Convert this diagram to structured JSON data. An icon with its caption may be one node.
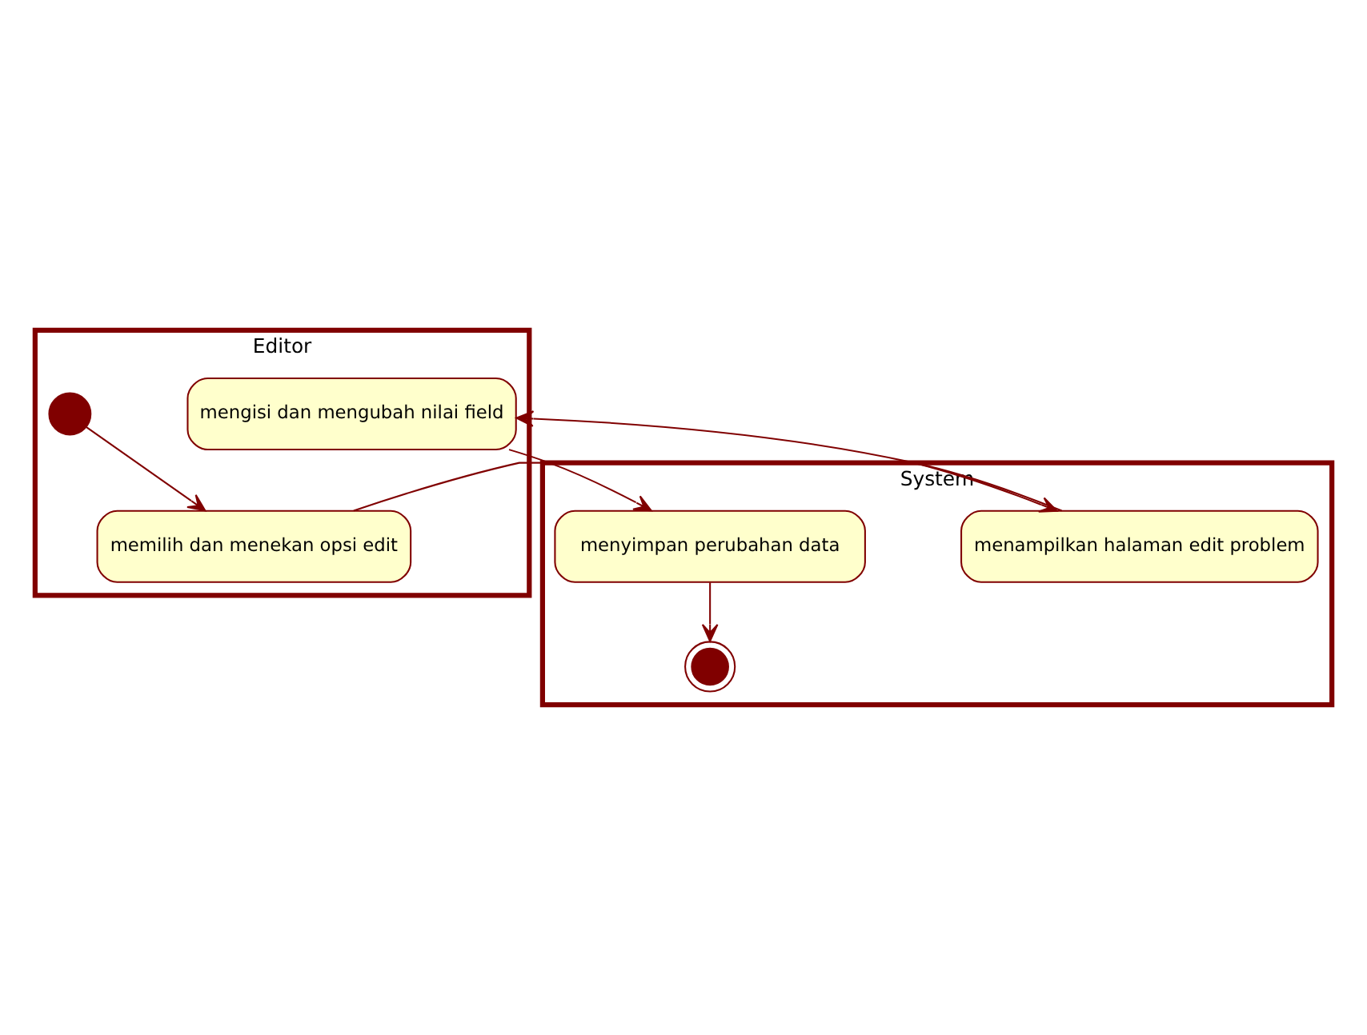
{
  "diagram": {
    "nodes": [
      {
        "text": [
          "Editor"
        ]
      },
      {
        "text": [
          "System"
        ]
      },
      {
        "text": [],
        "shape": "circle",
        "in": 0
      },
      {
        "text": [
          "memilih dan menekan opsi edit"
        ],
        "in": 0
      },
      {
        "text": [
          "menampilkan halaman edit problem"
        ],
        "in": 1
      },
      {
        "text": [
          "mengisi dan mengubah nilai field"
        ],
        "in": 0
      },
      {
        "text": [
          "menyimpan perubahan data"
        ],
        "in": 1
      },
      {
        "text": [],
        "shape": "circle",
        "in": 1
      }
    ],
    "edges": [
      {
        "from": 2,
        "to": 3,
        "arrow": "to"
      },
      {
        "from": 3,
        "to": 4,
        "arrow": "to"
      },
      {
        "from": 4,
        "to": 5,
        "arrow": "to"
      },
      {
        "from": 5,
        "to": 6,
        "arrow": "to"
      },
      {
        "from": 6,
        "to": 7,
        "arrow": "to"
      }
    ]
  }
}
